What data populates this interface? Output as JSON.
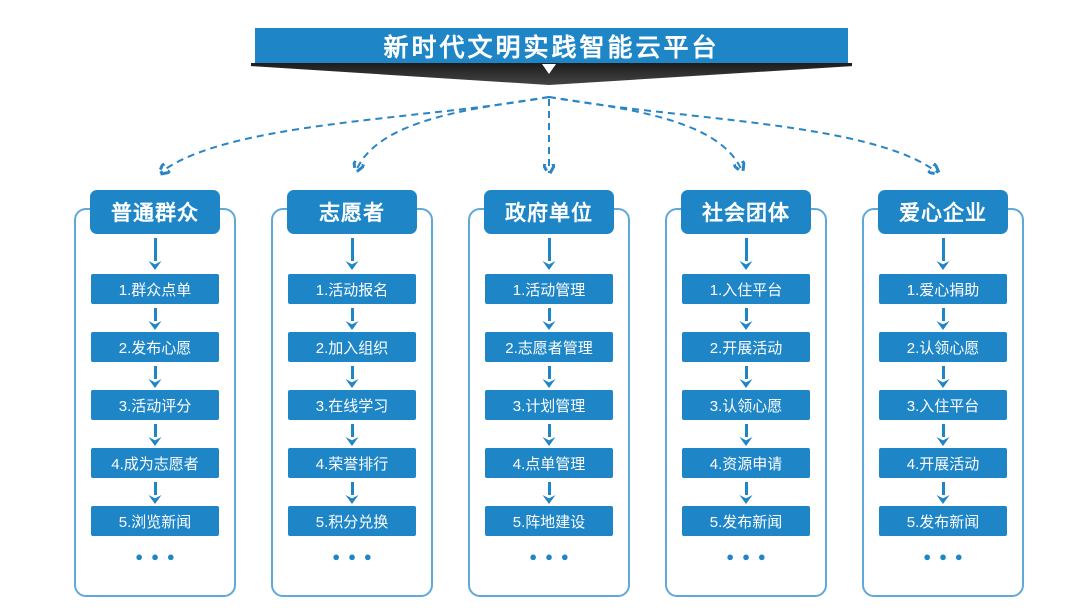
{
  "title": "新时代文明实践智能云平台",
  "more_indicator": "●●●",
  "colors": {
    "primary": "#1e86c7",
    "outline": "#5fa8da",
    "connector": "#2a85c5",
    "ribbon-dark": "#1c1c1c",
    "ribbon-light": "#454545",
    "bg": "#ffffff"
  },
  "columns": [
    {
      "header": "普通群众",
      "items": [
        "1.群众点单",
        "2.发布心愿",
        "3.活动评分",
        "4.成为志愿者",
        "5.浏览新闻"
      ]
    },
    {
      "header": "志愿者",
      "items": [
        "1.活动报名",
        "2.加入组织",
        "3.在线学习",
        "4.荣誉排行",
        "5.积分兑换"
      ]
    },
    {
      "header": "政府单位",
      "items": [
        "1.活动管理",
        "2.志愿者管理",
        "3.计划管理",
        "4.点单管理",
        "5.阵地建设"
      ]
    },
    {
      "header": "社会团体",
      "items": [
        "1.入住平台",
        "2.开展活动",
        "3.认领心愿",
        "4.资源申请",
        "5.发布新闻"
      ]
    },
    {
      "header": "爱心企业",
      "items": [
        "1.爱心捐助",
        "2.认领心愿",
        "3.入住平台",
        "4.开展活动",
        "5.发布新闻"
      ]
    }
  ]
}
